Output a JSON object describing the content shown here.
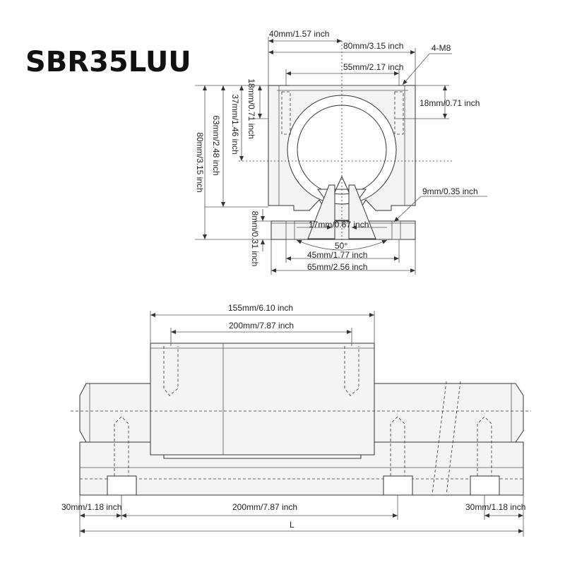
{
  "title": "SBR35LUU",
  "front_view": {
    "dim_40": "40mm/1.57 inch",
    "dim_80_top": "80mm/3.15 inch",
    "dim_4m8": "4-M8",
    "dim_55": "55mm/2.17 inch",
    "dim_18_right": "18mm/0.71 inch",
    "dim_18_vert": "18mm/0.71 inch",
    "dim_37": "37mm/1.46 inch",
    "dim_63": "63mm/2.48 inch",
    "dim_80_left": "80mm/3.15 inch",
    "dim_9": "9mm/0.35 inch",
    "dim_8": "8mm/0.31 inch",
    "dim_17": "17mm/0.67 inch",
    "dim_50deg": "50°",
    "dim_45": "45mm/1.77 inch",
    "dim_65": "65mm/2.56 inch"
  },
  "side_view": {
    "dim_155": "155mm/6.10 inch",
    "dim_200_top": "200mm/7.87 inch",
    "dim_30_left": "30mm/1.18 inch",
    "dim_200_bottom": "200mm/7.87 inch",
    "dim_30_right": "30mm/1.18 inch",
    "dim_L": "L"
  }
}
